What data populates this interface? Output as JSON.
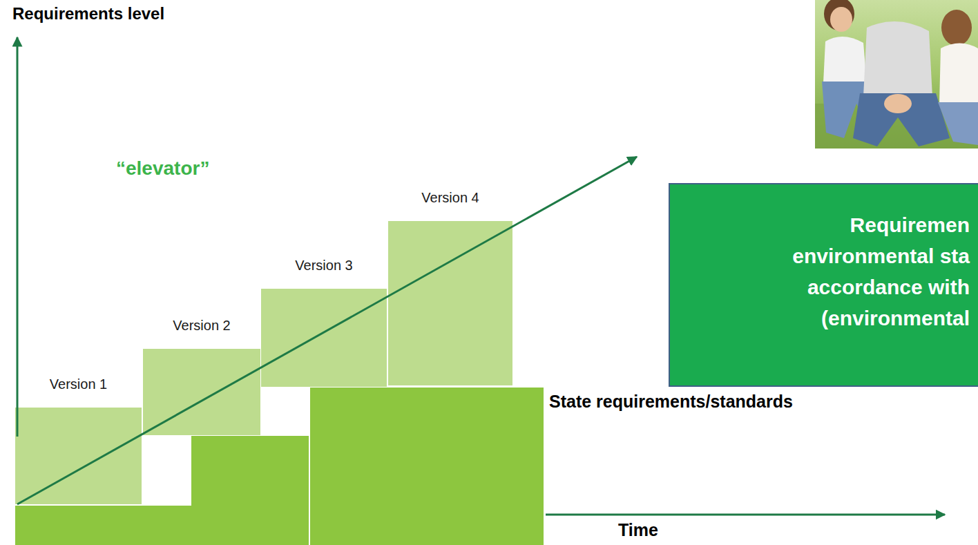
{
  "diagram": {
    "nodes": [
      {
        "text": [
          "Version 1"
        ]
      },
      {
        "text": [
          "Version 2"
        ]
      },
      {
        "text": [
          "Version 3"
        ]
      },
      {
        "text": [
          "Version 4"
        ]
      },
      {
        "text": [
          "Requiremen environmental sta accordance with (environmental"
        ]
      }
    ],
    "labels": [
      "Requirements level",
      "“elevator”",
      "State requirements/standards",
      "Time"
    ]
  }
}
